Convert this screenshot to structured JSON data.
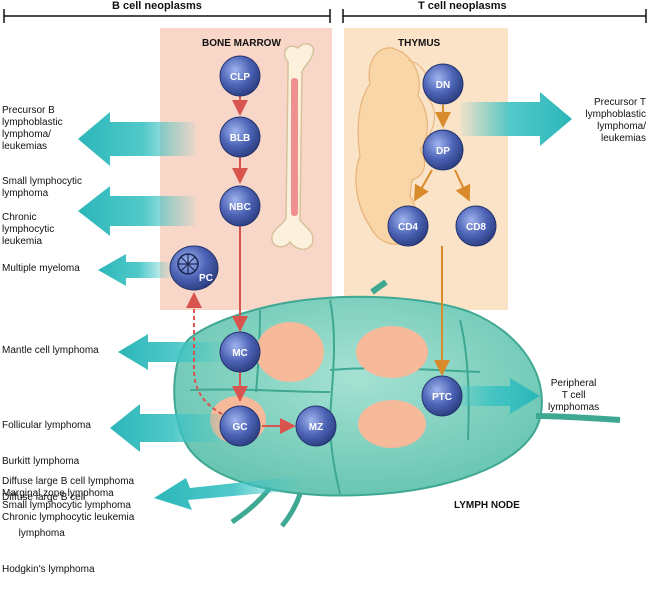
{
  "headers": {
    "b_cell": "B cell neoplasms",
    "t_cell": "T cell neoplasms"
  },
  "boxes": {
    "bone_marrow": "BONE MARROW",
    "thymus": "THYMUS",
    "lymph_node": "LYMPH NODE"
  },
  "cells": {
    "clp": "CLP",
    "blb": "BLB",
    "nbc": "NBC",
    "pc": "PC",
    "mc": "MC",
    "gc": "GC",
    "mz": "MZ",
    "dn": "DN",
    "dp": "DP",
    "cd4": "CD4",
    "cd8": "CD8",
    "ptc": "PTC"
  },
  "left_labels": {
    "precursor_b": [
      "Precursor B",
      "lymphoblastic",
      "lymphoma/",
      "leukemias"
    ],
    "sll_cll": [
      "Small lymphocytic",
      "lymphoma",
      "",
      "Chronic",
      "lymphocytic",
      "leukemia"
    ],
    "myeloma": [
      "Multiple myeloma"
    ],
    "mantle": [
      "Mantle cell lymphoma"
    ],
    "germinal": [
      "Follicular lymphoma",
      "Burkitt lymphoma",
      "Diffuse large B cell",
      "      lymphoma",
      "Hodgkin's lymphoma"
    ],
    "postgerminal": [
      "Diffuse large B cell lymphoma",
      "Marginal zone lymphoma",
      "Small lymphocytic lymphoma",
      "Chronic lymphocytic leukemia"
    ]
  },
  "right_labels": {
    "precursor_t": [
      "Precursor T",
      "lymphoblastic",
      "lymphoma/",
      "leukemias"
    ],
    "peripheral_t": [
      "Peripheral",
      "T cell",
      "lymphomas"
    ]
  },
  "colors": {
    "bone_marrow_bg": "#f8d6c8",
    "thymus_bg": "#fbe3c8",
    "teal_arrow": "#3ec3c4",
    "cell_blue": "#4c63b5",
    "lymph_node": "#7fd0bf",
    "follicle": "#f6b99a",
    "red_arrow": "#d9534f",
    "orange_arrow": "#d98a2a"
  }
}
